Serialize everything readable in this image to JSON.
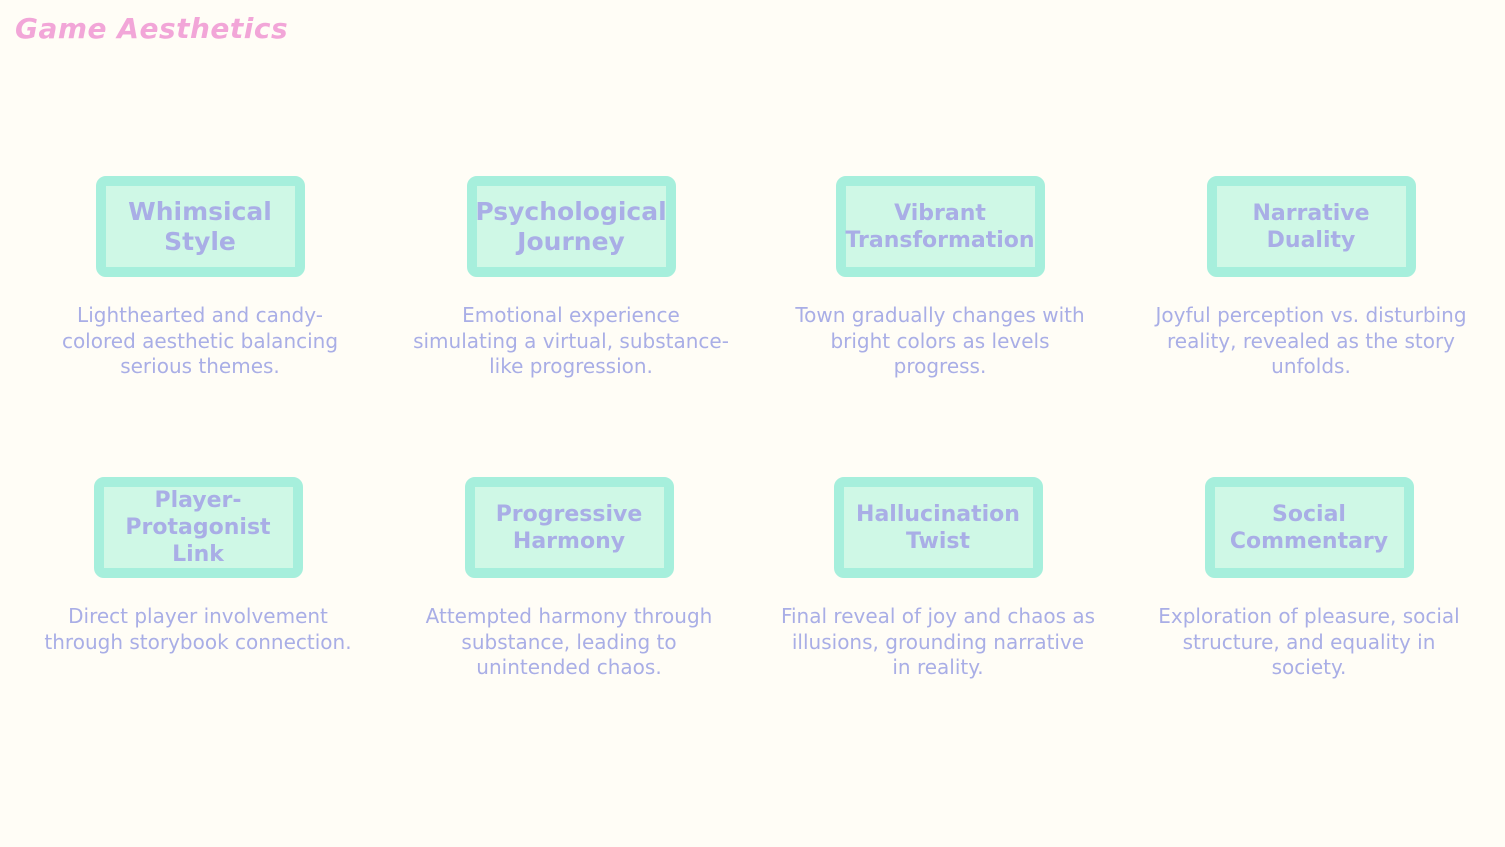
{
  "page": {
    "title": "Game Aesthetics"
  },
  "colors": {
    "background": "#fffdf6",
    "title": "#f2a6d8",
    "node_fill": "#cff8e6",
    "node_border": "#a6efdc",
    "text": "#a9aee6"
  },
  "nodes": [
    {
      "label": "Whimsical Style",
      "description": "Lighthearted and candy-colored aesthetic balancing serious themes."
    },
    {
      "label": "Psychological Journey",
      "description": "Emotional experience simulating a virtual, substance-like progression."
    },
    {
      "label": "Vibrant Transformation",
      "description": "Town gradually changes with bright colors as levels progress."
    },
    {
      "label": "Narrative Duality",
      "description": "Joyful perception vs. disturbing reality, revealed as the story unfolds."
    },
    {
      "label": "Player-Protagonist Link",
      "description": "Direct player involvement through storybook connection."
    },
    {
      "label": "Progressive Harmony",
      "description": "Attempted harmony through substance, leading to unintended chaos."
    },
    {
      "label": "Hallucination Twist",
      "description": "Final reveal of joy and chaos as illusions, grounding narrative in reality."
    },
    {
      "label": "Social Commentary",
      "description": "Exploration of pleasure, social structure, and equality in society."
    }
  ]
}
